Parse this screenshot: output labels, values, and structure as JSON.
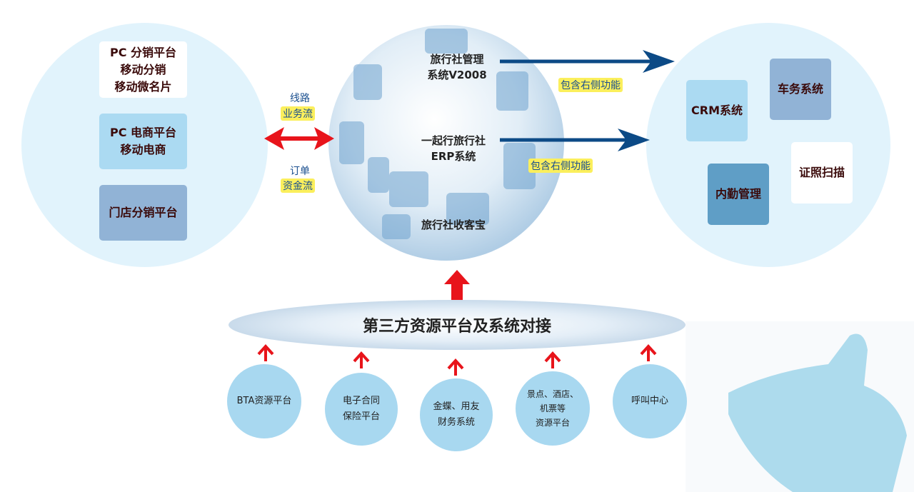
{
  "left": {
    "boxes": [
      "PC 分销平台\n移动分销\n移动微名片",
      "PC 电商平台\n移动电商",
      "门店分销平台"
    ]
  },
  "flows": {
    "top_label": "线路",
    "top_highlight": "业务流",
    "bottom_label": "订单",
    "bottom_highlight": "资金流"
  },
  "center": {
    "systems": [
      "旅行社管理\n系统V2008",
      "一起行旅行社\nERP系统",
      "旅行社收客宝"
    ],
    "arrow_notes": [
      "包含右侧功能",
      "包含右侧功能"
    ]
  },
  "right": {
    "boxes": [
      "CRM系统",
      "车务系统",
      "证照扫描",
      "内勤管理"
    ]
  },
  "bottom": {
    "title": "第三方资源平台及系统对接",
    "items": [
      "BTA资源平台",
      "电子合同\n保险平台",
      "金蝶、用友\n财务系统",
      "景点、酒店、\n机票等\n资源平台",
      "呼叫中心"
    ]
  },
  "colors": {
    "red": "#e8141b",
    "navy": "#0c4a86",
    "circle": "#e1f3fc"
  }
}
